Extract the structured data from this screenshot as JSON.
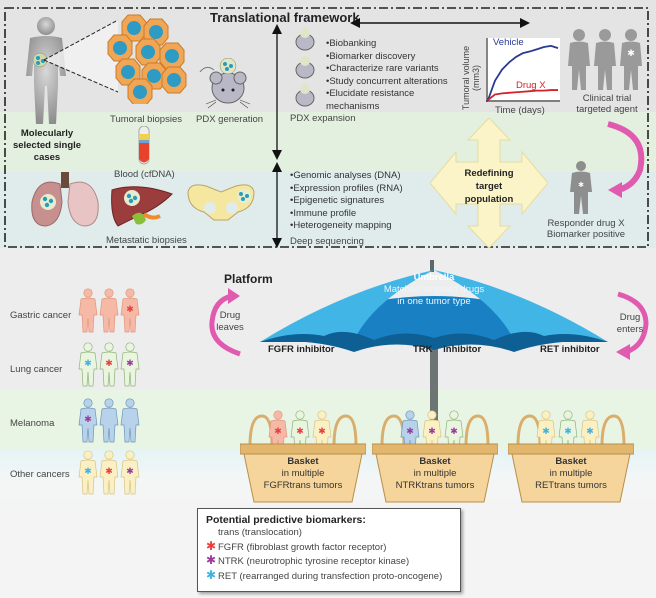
{
  "translational_framework": {
    "title": "Translational framework",
    "patient_label": "Molecularly selected single cases",
    "tumoral_biopsies": "Tumoral biopsies",
    "pdx_generation": "PDX generation",
    "blood": "Blood (cfDNA)",
    "metastatic_biopsies": "Metastatic biopsies",
    "pdx_expansion": {
      "label": "PDX expansion",
      "bullets": [
        "Biobanking",
        "Biomarker discovery",
        "Characterize rare variants",
        "Study concurrent alterations",
        "Elucidate resistance mechanisms"
      ]
    },
    "deep_sequencing": {
      "label": "Deep sequencing",
      "bullets": [
        "Genomic analyses (DNA)",
        "Expression profiles (RNA)",
        "Epigenetic signatures",
        "Immune profile",
        "Heterogeneity mapping"
      ]
    },
    "clinical_trial": "Clinical trial targeted agent",
    "redefining": "Redefining target population",
    "responder": "Responder drug X Biomarker positive"
  },
  "chart_data": {
    "type": "line",
    "title": "",
    "xlabel": "Time (days)",
    "ylabel": "Tumoral volume (mm3)",
    "series": [
      {
        "name": "Vehicle",
        "color": "#2b3990",
        "x": [
          0,
          1,
          2,
          3,
          4,
          5,
          6,
          7,
          8,
          9,
          10
        ],
        "values": [
          0,
          35,
          55,
          68,
          78,
          85,
          88,
          92,
          96,
          98,
          94
        ]
      },
      {
        "name": "Drug X",
        "color": "#d2232a",
        "x": [
          0,
          1,
          2,
          3,
          4,
          5,
          6,
          7,
          8,
          9,
          10
        ],
        "values": [
          0,
          10,
          12,
          13,
          14,
          15,
          16,
          17,
          17,
          18,
          18
        ]
      }
    ],
    "xlim": [
      0,
      10
    ],
    "ylim": [
      0,
      100
    ],
    "grid": false,
    "legend": "inline-labels"
  },
  "platform": {
    "title": "Platform",
    "drug_leaves": "Drug leaves",
    "drug_enters": "Drug enters",
    "umbrella": {
      "title": "Umbrella",
      "subtitle_1": "Matched targeted drugs",
      "subtitle_2": "in one tumor type"
    },
    "inhibitors": [
      "FGFR inhibitor",
      "TRK inhibitor",
      "RET inhibitor"
    ],
    "cancers": [
      "Gastric cancer",
      "Lung cancer",
      "Melanoma",
      "Other cancers"
    ],
    "baskets": [
      {
        "title": "Basket",
        "line1": "in multiple",
        "line2": "FGFRtrans tumors"
      },
      {
        "title": "Basket",
        "line1": "in multiple",
        "line2": "NTRKtrans tumors"
      },
      {
        "title": "Basket",
        "line1": "in multiple",
        "line2": "RETtrans tumors"
      }
    ]
  },
  "biomarkers": {
    "title": "Potential predictive biomarkers:",
    "trans_note": "trans (translocation)",
    "items": [
      {
        "label": "FGFR (fibroblast growth factor receptor)",
        "color": "#e8403f"
      },
      {
        "label": "NTRK (neurotrophic tyrosine receptor kinase)",
        "color": "#9b3a9e"
      },
      {
        "label": "RET (rearranged during transfection proto-oncogene)",
        "color": "#3fb3e3"
      }
    ]
  },
  "colors": {
    "fgfr": "#e8403f",
    "ntrk": "#9b3a9e",
    "ret": "#3fb3e3",
    "umbrella_dark": "#0d5f94",
    "umbrella_mid": "#1a80c4",
    "umbrella_light": "#41b6e6",
    "basket": "#f3cf94",
    "arrow_pink": "#e05ab0"
  }
}
